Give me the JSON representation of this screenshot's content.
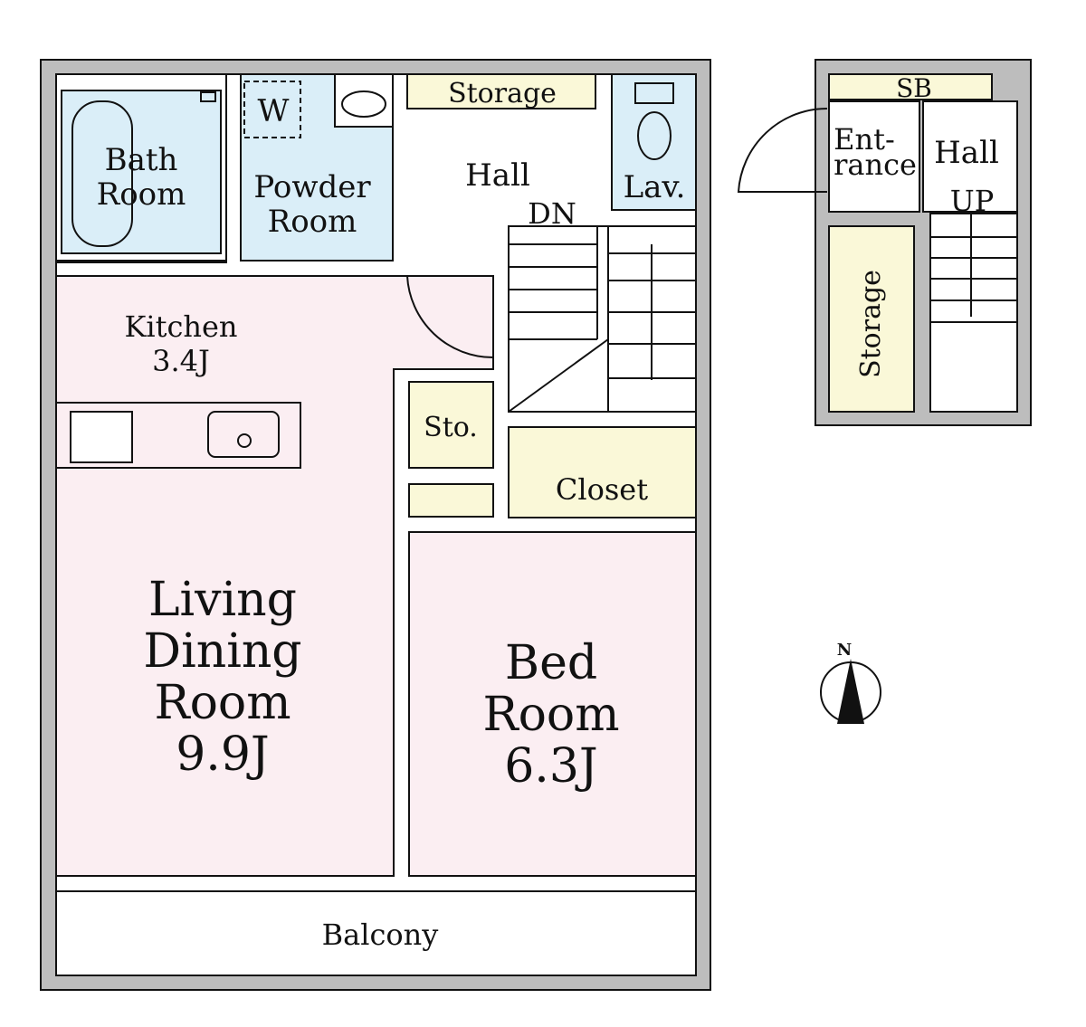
{
  "colors": {
    "wall": "#bdbdbd",
    "wet_area": "#daeef8",
    "living": "#fbeef2",
    "storage": "#faf8d8"
  },
  "rooms": {
    "bath": [
      "Bath",
      "Room"
    ],
    "powder": [
      "Powder",
      "Room"
    ],
    "washer": "W",
    "storage_top": "Storage",
    "hall": "Hall",
    "dn": "DN",
    "lav": "Lav.",
    "kitchen": [
      "Kitchen",
      "3.4J"
    ],
    "sto": "Sto.",
    "closet": "Closet",
    "living": [
      "Living",
      "Dining",
      "Room",
      "9.9J"
    ],
    "bed": [
      "Bed",
      "Room",
      "6.3J"
    ],
    "balcony": "Balcony"
  },
  "entrance_floor": {
    "sb": "SB",
    "entrance": [
      "Ent-",
      "rance"
    ],
    "hall": "Hall",
    "up": "UP",
    "storage": "Storage"
  },
  "compass": {
    "label": "N"
  }
}
